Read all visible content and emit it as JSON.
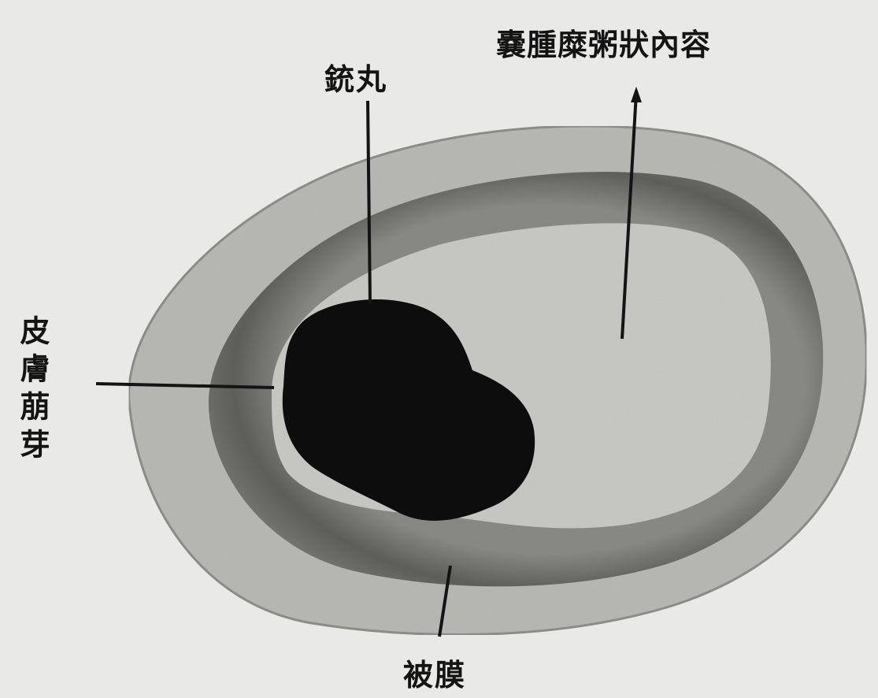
{
  "labels": {
    "cyst_contents": "嚢腫糜粥狀內容",
    "bullet": "銃丸",
    "granulation": "皮膚萠芽",
    "capsule": "被膜"
  },
  "colors": {
    "background": "#e9e9e7",
    "outer_rim": "#b9b9b5",
    "dark_band": "#6f6f6b",
    "inner_contents": "#c9c9c5",
    "bullet": "#0d0d0d",
    "label_text": "#141414"
  }
}
